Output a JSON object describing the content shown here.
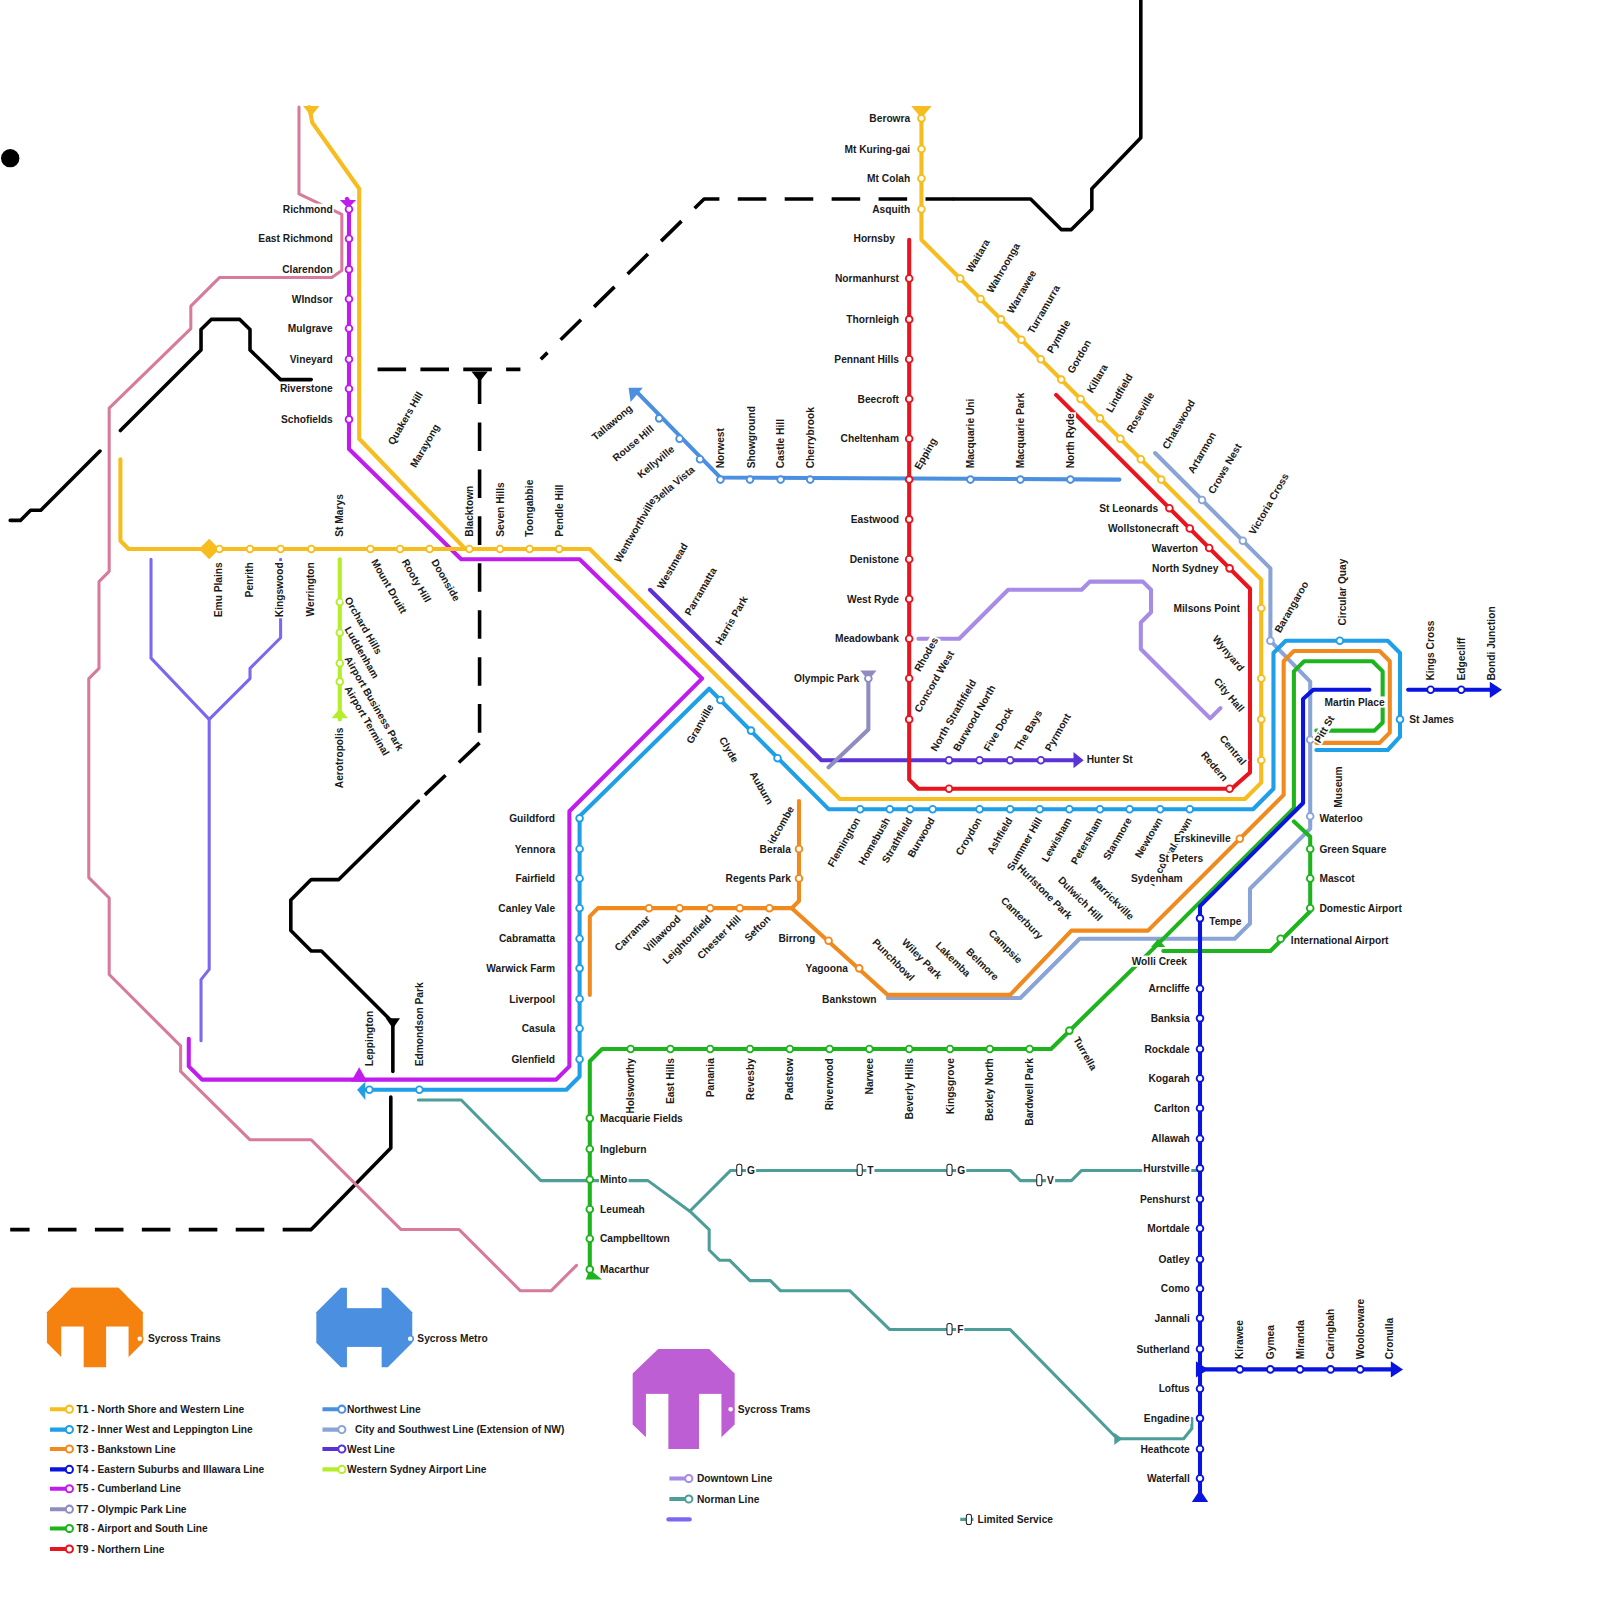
{
  "diagram": {
    "labels": [
      "Berowra",
      "Mt Kuring-gai",
      "Mt Colah",
      "Asquith",
      "Hornsby",
      "Normanhurst",
      "Thornleigh",
      "Pennant Hills",
      "Beecroft",
      "Cheltenham",
      "Eastwood",
      "Denistone",
      "West Ryde",
      "Meadowbank",
      "Rhodes",
      "Concord West",
      "North Strathfield",
      "Burwood North",
      "Five Dock",
      "The Bays",
      "Pyrmont",
      "Hunter St",
      "Tallawong",
      "Rouse Hill",
      "Kellyville",
      "Bella Vista",
      "Norwest",
      "Showground",
      "Castle Hill",
      "Cherrybrook",
      "Epping",
      "Macquarie Uni",
      "Macquarie Park",
      "North Ryde",
      "Waitara",
      "Wahroonga",
      "Warrawee",
      "Turramurra",
      "Pymble",
      "Gordon",
      "Killara",
      "Lindfield",
      "Roseville",
      "Chatswood",
      "Artarmon",
      "Crows Nest",
      "Victoria Cross",
      "Barangaroo",
      "Circular Quay",
      "St Leonards",
      "Wollstonecraft",
      "Waverton",
      "North Sydney",
      "Milsons Point",
      "Wynyard",
      "City Hall",
      "Central",
      "Redern",
      "Martin Place",
      "Pitt St",
      "St James",
      "Museum",
      "Waterloo",
      "Green Square",
      "Mascot",
      "Domestic Airport",
      "International Airport",
      "Kings Cross",
      "Edgecliff",
      "Bondi Junction",
      "Flemington",
      "Homebush",
      "Strathfield",
      "Burwood",
      "Croydon",
      "Ashfield",
      "Summer Hill",
      "Lewisham",
      "Petersham",
      "Stanmore",
      "Newtown",
      "Macdonaldtown",
      "Granville",
      "Clyde",
      "Auburn",
      "Lidcombe",
      "Wentworthville",
      "Westmead",
      "Parramatta",
      "Harris Park",
      "Olympic Park",
      "Blacktown",
      "Seven Hills",
      "Toongabbie",
      "Pendle Hill",
      "Quakers Hill",
      "Marayong",
      "Richmond",
      "East Richmond",
      "Clarendon",
      "WIndsor",
      "Mulgrave",
      "Vineyard",
      "Riverstone",
      "Schofields",
      "Emu Plains",
      "Penrith",
      "Kingswood",
      "Werrington",
      "St Marys",
      "Mount Druitt",
      "Rooty Hill",
      "Doonside",
      "Orchard Hills",
      "Luddenham",
      "Airport Business Park",
      "Airport Terminal",
      "Aerotropolis",
      "Leppington",
      "Edmondson Park",
      "Guildford",
      "Yennora",
      "Fairfield",
      "Canley Vale",
      "Cabramatta",
      "Warwick Farm",
      "Liverpool",
      "Casula",
      "Glenfield",
      "Berala",
      "Regents Park",
      "Carramar",
      "Villawood",
      "Leightonfield",
      "Chester Hill",
      "Sefton",
      "Birrong",
      "Yagoona",
      "Bankstown",
      "Punchbowl",
      "Wiley Park",
      "Lakemba",
      "Belmore",
      "Campsie",
      "Canterbury",
      "Hurlstone Park",
      "Dulwich Hill",
      "Marrickville",
      "Sydenham",
      "St Peters",
      "Erskineville",
      "Tempe",
      "Wolli Creek",
      "Arncliffe",
      "Banksia",
      "Rockdale",
      "Kogarah",
      "Carlton",
      "Allawah",
      "Hurstville",
      "Penshurst",
      "Mortdale",
      "Oatley",
      "Como",
      "Jannali",
      "Sutherland",
      "Loftus",
      "Engadine",
      "Heathcote",
      "Waterfall",
      "Kirawee",
      "Gymea",
      "Miranda",
      "Caringbah",
      "Woolooware",
      "Cronulla",
      "Holsworthy",
      "East Hills",
      "Panania",
      "Revesby",
      "Padstow",
      "Riverwood",
      "Narwee",
      "Beverly Hills",
      "Kingsgrove",
      "Bexley North",
      "Bardwell Park",
      "Turrella",
      "Macquarie Fields",
      "Ingleburn",
      "Minto",
      "Leumeah",
      "Campbelltown",
      "Macarthur",
      "G",
      "T",
      "G",
      "V",
      "F",
      "Sycross Trains",
      "Sycross Metro",
      "Sycross Trams"
    ],
    "legend": [
      {
        "text": "T1 - North Shore and Western Line"
      },
      {
        "text": "T2 - Inner West and Leppington Line"
      },
      {
        "text": "T3 - Bankstown Line"
      },
      {
        "text": "T4 - Eastern Suburbs and Illawara Line"
      },
      {
        "text": "T5 - Cumberland Line"
      },
      {
        "text": "T7 - Olympic Park Line"
      },
      {
        "text": "T8 - Airport and South Line"
      },
      {
        "text": "T9 - Northern Line"
      },
      {
        "text": "Northwest Line"
      },
      {
        "text": "City and Southwest Line (Extension of NW)"
      },
      {
        "text": "West Line"
      },
      {
        "text": "Western Sydney Airport Line"
      },
      {
        "text": "Downtown Line"
      },
      {
        "text": "Norman Line"
      },
      {
        "text": "Limited Service"
      }
    ]
  }
}
